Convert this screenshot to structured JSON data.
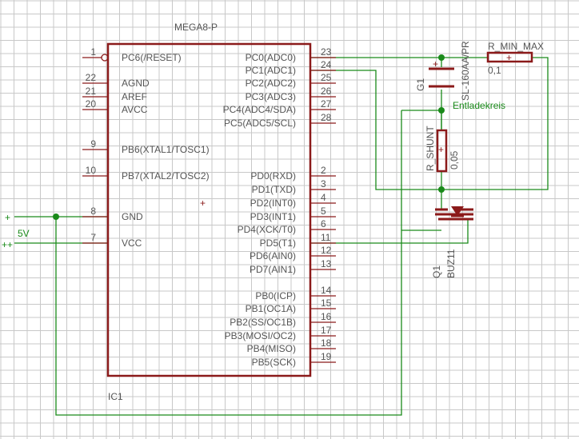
{
  "colors": {
    "grid": "#c8c8c8",
    "wire": "#1a8a1a",
    "component": "#8b1a1a",
    "text": "#555555",
    "net_label": "#1a8a1a",
    "background": "#ffffff"
  },
  "ic": {
    "part": "MEGA8-P",
    "name": "IC1",
    "left_pins": [
      {
        "num": "1",
        "name": "PC6(/RESET)"
      },
      {
        "num": "22",
        "name": "AGND"
      },
      {
        "num": "21",
        "name": "AREF"
      },
      {
        "num": "20",
        "name": "AVCC"
      },
      {
        "num": "9",
        "name": "PB6(XTAL1/TOSC1)"
      },
      {
        "num": "10",
        "name": "PB7(XTAL2/TOSC2)"
      },
      {
        "num": "8",
        "name": "GND"
      },
      {
        "num": "7",
        "name": "VCC"
      }
    ],
    "right_pins": [
      {
        "num": "23",
        "name": "PC0(ADC0)"
      },
      {
        "num": "24",
        "name": "PC1(ADC1)"
      },
      {
        "num": "25",
        "name": "PC2(ADC2)"
      },
      {
        "num": "26",
        "name": "PC3(ADC3)"
      },
      {
        "num": "27",
        "name": "PC4(ADC4/SDA)"
      },
      {
        "num": "28",
        "name": "PC5(ADC5/SCL)"
      },
      {
        "num": "2",
        "name": "PD0(RXD)"
      },
      {
        "num": "3",
        "name": "PD1(TXD)"
      },
      {
        "num": "4",
        "name": "PD2(INT0)"
      },
      {
        "num": "5",
        "name": "PD3(INT1)"
      },
      {
        "num": "6",
        "name": "PD4(XCK/T0)"
      },
      {
        "num": "11",
        "name": "PD5(T1)"
      },
      {
        "num": "12",
        "name": "PD6(AIN0)"
      },
      {
        "num": "13",
        "name": "PD7(AIN1)"
      },
      {
        "num": "14",
        "name": "PB0(ICP)"
      },
      {
        "num": "15",
        "name": "PB1(OC1A)"
      },
      {
        "num": "16",
        "name": "PB2(SS/OC1B)"
      },
      {
        "num": "17",
        "name": "PB3(MOSI/OC2)"
      },
      {
        "num": "18",
        "name": "PB4(MISO)"
      },
      {
        "num": "19",
        "name": "PB5(SCK)"
      }
    ]
  },
  "supply": {
    "label": "5V",
    "plus_mark": "+",
    "double_plus_mark": "++"
  },
  "battery": {
    "name": "G1",
    "value": "SL-160AA/PR",
    "plus_mark": "+"
  },
  "r_min_max": {
    "name": "R_MIN_MAX",
    "value": "0,1"
  },
  "r_shunt": {
    "name": "R_SHUNT",
    "value": "0,05"
  },
  "transistor": {
    "name": "Q1",
    "value": "BUZ11"
  },
  "net_label": "Entladekreis"
}
